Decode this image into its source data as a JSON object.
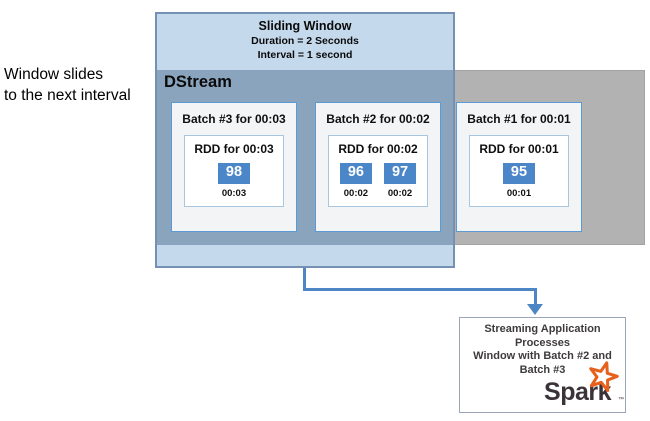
{
  "caption": {
    "lines": [
      "Window slides",
      "to the next interval"
    ]
  },
  "sliding_window": {
    "title": "Sliding Window",
    "duration": "Duration = 2 Seconds",
    "interval": "Interval = 1 second"
  },
  "dstream": {
    "label": "DStream",
    "batches": [
      {
        "title": "Batch #3 for 00:03",
        "rdd_title": "RDD for 00:03",
        "values": [
          {
            "value": "98",
            "time": "00:03"
          }
        ]
      },
      {
        "title": "Batch #2 for 00:02",
        "rdd_title": "RDD for 00:02",
        "values": [
          {
            "value": "96",
            "time": "00:02"
          },
          {
            "value": "97",
            "time": "00:02"
          }
        ]
      },
      {
        "title": "Batch #1 for 00:01",
        "rdd_title": "RDD for 00:01",
        "values": [
          {
            "value": "95",
            "time": "00:01"
          }
        ]
      }
    ]
  },
  "process_box": {
    "lines": [
      "Streaming Application",
      "Processes",
      "Window with Batch #2 and",
      "Batch #3"
    ],
    "logo_text": "Spark",
    "logo_tm": "™"
  },
  "colors": {
    "window_fill": "#c5d9ed",
    "window_border": "#7491b4",
    "overlap_fill": "#8ba4bd",
    "dstream_gray": "#b2b2b2",
    "chip_blue": "#4a86c8",
    "arrow_blue": "#4e86c5",
    "batch_border": "#5b9bd5",
    "spark_orange": "#e8611c"
  }
}
